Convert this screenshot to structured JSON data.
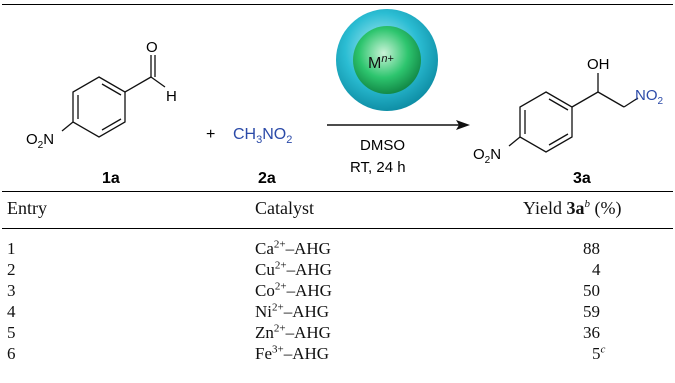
{
  "scheme": {
    "reagent1_label": "1a",
    "reagent2_label": "2a",
    "product_label": "3a",
    "reagent2_formula": {
      "a": "CH",
      "b": "3",
      "c": "NO",
      "d": "2"
    },
    "plus": "+",
    "catalyst_symbol": {
      "base": "M",
      "sup_n": "n",
      "sup_plus": "+"
    },
    "conditions": [
      "DMSO",
      "RT, 24 h"
    ],
    "atoms": {
      "aldehyde_O": "O",
      "aldehyde_H": "H",
      "nitro_left": {
        "a": "O",
        "b": "2",
        "c": "N"
      },
      "product_OH": "OH",
      "product_NO2": {
        "a": "NO",
        "b": "2"
      },
      "product_nitro_left": {
        "a": "O",
        "b": "2",
        "c": "N"
      }
    },
    "colors": {
      "reagent2": "#2b4aa8",
      "sphere_outer": "#20b3cc",
      "sphere_inner": "#22c26a"
    }
  },
  "table": {
    "headers": {
      "entry": "Entry",
      "catalyst": "Catalyst",
      "yield_prefix": "Yield ",
      "yield_bold": "3a",
      "yield_sup": "b",
      "yield_suffix": " (%)"
    },
    "rows": [
      {
        "entry": "1",
        "ion": "Ca",
        "charge": "2+",
        "tail": "–AHG",
        "yield": "88",
        "yield_note": ""
      },
      {
        "entry": "2",
        "ion": "Cu",
        "charge": "2+",
        "tail": "–AHG",
        "yield": "4",
        "yield_note": ""
      },
      {
        "entry": "3",
        "ion": "Co",
        "charge": "2+",
        "tail": "–AHG",
        "yield": "50",
        "yield_note": ""
      },
      {
        "entry": "4",
        "ion": "Ni",
        "charge": "2+",
        "tail": "–AHG",
        "yield": "59",
        "yield_note": ""
      },
      {
        "entry": "5",
        "ion": "Zn",
        "charge": "2+",
        "tail": "–AHG",
        "yield": "36",
        "yield_note": ""
      },
      {
        "entry": "6",
        "ion": "Fe",
        "charge": "3+",
        "tail": "–AHG",
        "yield": "5",
        "yield_note": "c"
      }
    ]
  }
}
